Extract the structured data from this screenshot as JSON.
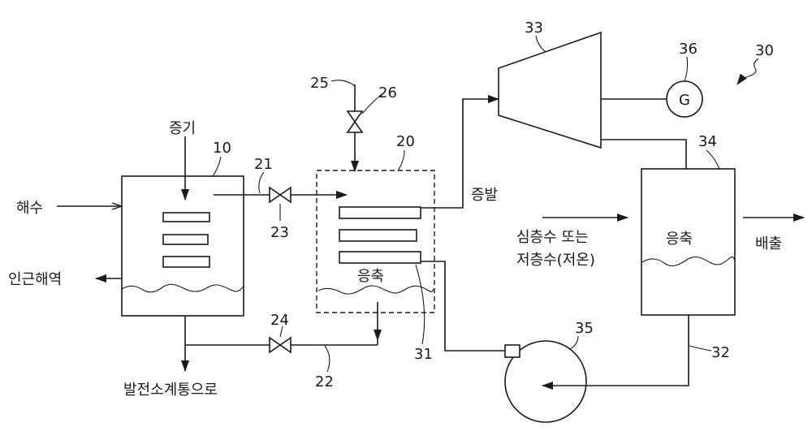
{
  "labels": {
    "steam": "증기",
    "seawater": "해수",
    "nearby_sea": "인근해역",
    "to_power_plant": "발전소계통으로",
    "evaporation": "증발",
    "deep_water_line1": "심층수 또는",
    "deep_water_line2": "저층수(저온)",
    "condensation_tank20": "응축",
    "condensation_tank34": "응축",
    "discharge": "배출",
    "generator": "G"
  },
  "refs": {
    "r10": "10",
    "r20": "20",
    "r21": "21",
    "r22": "22",
    "r23": "23",
    "r24": "24",
    "r25": "25",
    "r26": "26",
    "r30": "30",
    "r31": "31",
    "r32": "32",
    "r33": "33",
    "r34": "34",
    "r35": "35",
    "r36": "36"
  },
  "colors": {
    "line": "#1a1a1a",
    "background": "#ffffff"
  }
}
